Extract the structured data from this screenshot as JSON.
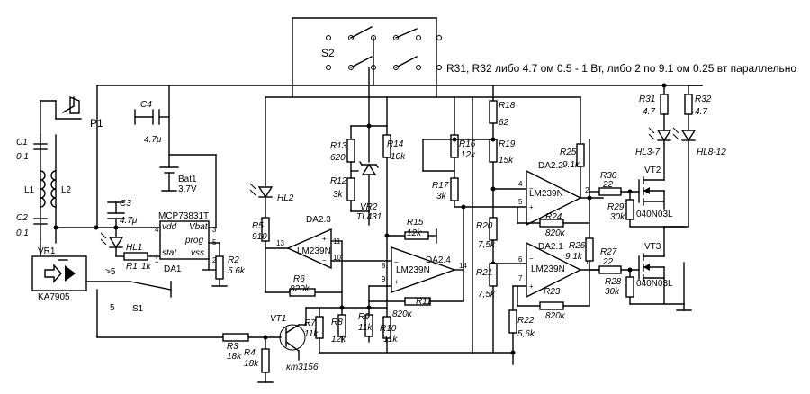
{
  "note": "R31, R32 либо 4.7 ом 0.5 - 1 Вт, либо 2 по 9.1 ом 0.25 вт параллельно",
  "labels": {
    "s2": "S2",
    "p1": "P1",
    "c1": "C1",
    "c2": "C2",
    "c3": "C3",
    "c4": "C4",
    "l1": "L1",
    "l2": "L2",
    "vr1": "VR1",
    "s1": "S1",
    "s1_pos_a": ">5",
    "s1_pos_b": "5",
    "hl1": "HL1",
    "hl2": "HL2",
    "hl3_7": "HL3-7",
    "hl8_12": "HL8-12",
    "r1": "R1",
    "r2": "R2",
    "r3": "R3",
    "r4": "R4",
    "r5": "R5",
    "r6": "R6",
    "r7": "R7",
    "r8": "R8",
    "r9": "R9",
    "r10": "R10",
    "r11": "R11",
    "r12": "R12",
    "r13": "R13",
    "r14": "R14",
    "r15": "R15",
    "r16": "R16",
    "r17": "R17",
    "r18": "R18",
    "r19": "R19",
    "r20": "R20",
    "r21": "R21",
    "r22": "R22",
    "r23": "R23",
    "r24": "R24",
    "r25": "R25",
    "r26": "R26",
    "r27": "R27",
    "r28": "R28",
    "r29": "R29",
    "r30": "R30",
    "r31": "R31",
    "r32": "R32",
    "da1": "DA1",
    "da2_1": "DA2.1",
    "da2_2": "DA2.2",
    "da2_3": "DA2.3",
    "da2_4": "DA2.4",
    "vr2": "VR2",
    "vt1": "VT1",
    "vt2": "VT2",
    "vt3": "VT3",
    "bat1": "Bat1"
  },
  "values": {
    "c1": "0.1",
    "c2": "0.1",
    "c3": "4.7μ",
    "c4": "4.7μ",
    "bat1": "3,7V",
    "r1": "1k",
    "r2": "5.6k",
    "r3": "18k",
    "r4": "18k",
    "r5": "910",
    "r6": "820k",
    "r7": "11k",
    "r8": "12k",
    "r9": "11k",
    "r10": "11k",
    "r11": "820k",
    "r12": "3k",
    "r13": "620",
    "r14": "10k",
    "r15": "12k",
    "r16": "12k",
    "r17": "3k",
    "r18": "62",
    "r19": "15k",
    "r20": "7,5k",
    "r21": "7,5k",
    "r22": "5,6k",
    "r23": "820k",
    "r24": "820k",
    "r25": "9.1k",
    "r26": "9.1k",
    "r27": "22",
    "r28": "30k",
    "r29": "30k",
    "r30": "22",
    "r31": "4.7",
    "r32": "4.7"
  },
  "parts": {
    "vr1": "KA7905",
    "da1": "MCP73831T",
    "lm239n": "LM239N",
    "vr2": "TL431",
    "vt1": "кт3156",
    "mosfet": "040N03L"
  },
  "pins": {
    "vdd": "vdd",
    "vbat": "Vbat",
    "prog": "prog",
    "stat": "stat",
    "vss": "vss"
  }
}
